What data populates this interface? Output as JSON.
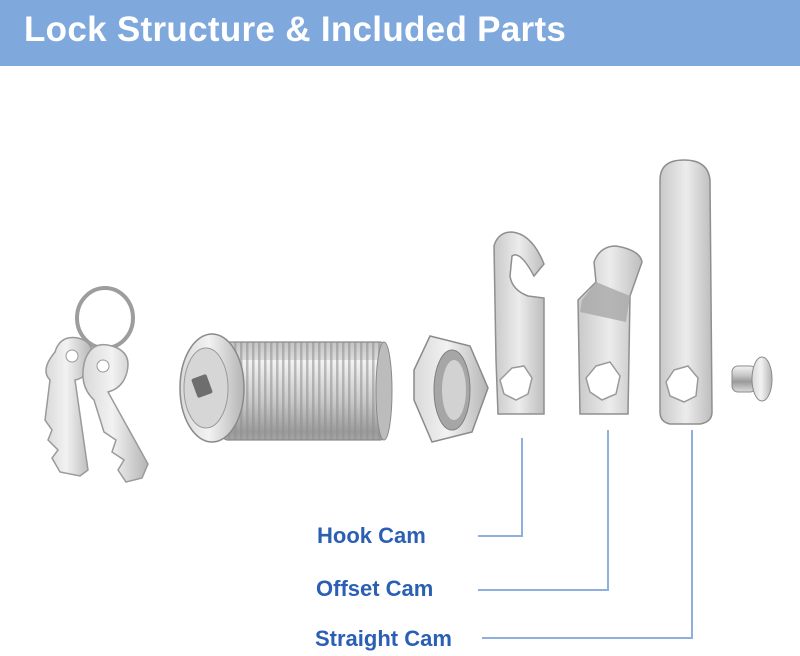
{
  "header": {
    "title": "Lock Structure & Included Parts"
  },
  "parts": {
    "hook_cam": "Hook Cam",
    "offset_cam": "Offset Cam",
    "straight_cam": "Straight Cam"
  },
  "colors": {
    "header_bg": "#7fa8dc",
    "label_blue": "#2b5fb4",
    "leader_line": "#8fb0df"
  }
}
